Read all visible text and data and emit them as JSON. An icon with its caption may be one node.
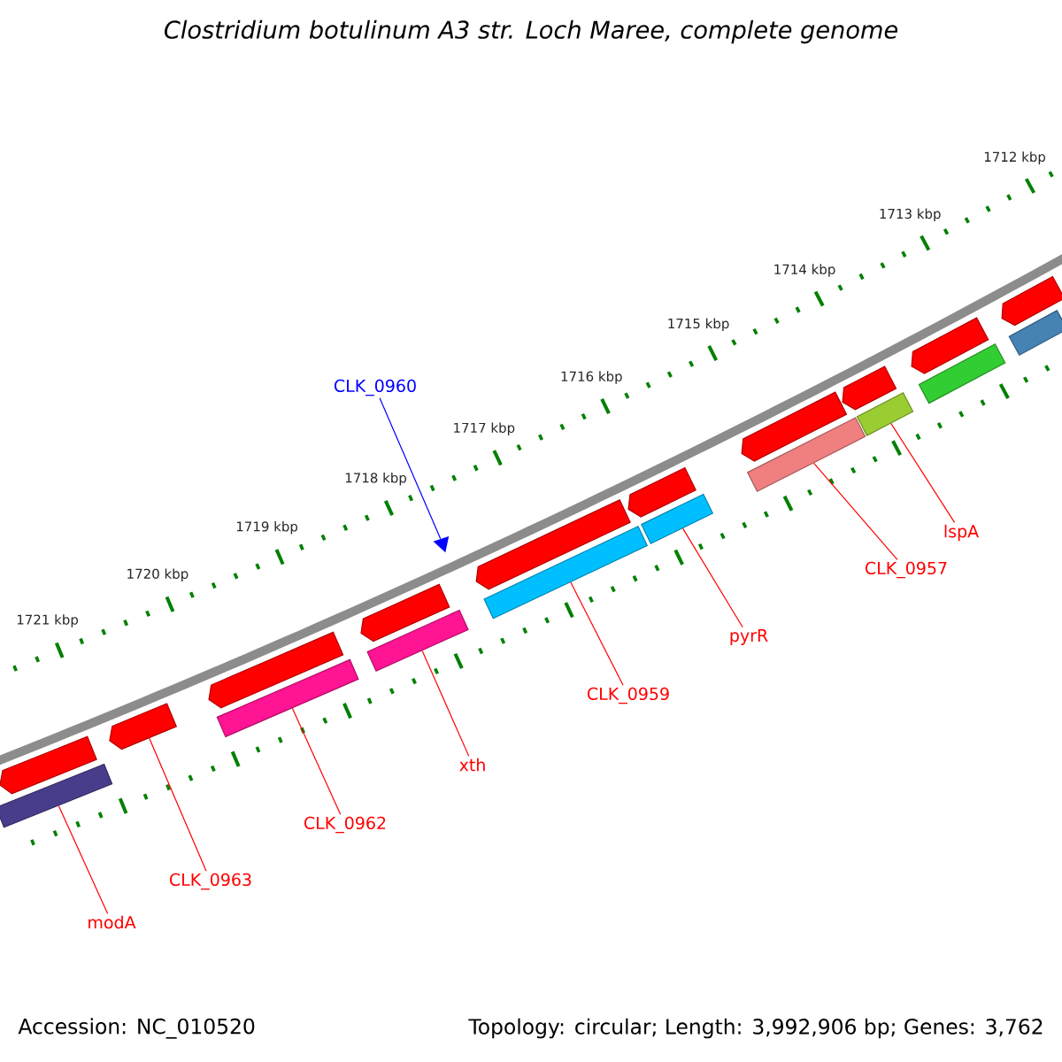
{
  "diagram": {
    "title": "Clostridium botulinum A3 str. Loch Maree, complete genome",
    "nodes": [
      {
        "text": [
          "CLK_0960"
        ]
      },
      {
        "text": [
          "lspA"
        ]
      },
      {
        "text": [
          "CLK_0957"
        ]
      },
      {
        "text": [
          "pyrR"
        ]
      },
      {
        "text": [
          "CLK_0959"
        ]
      },
      {
        "text": [
          "xth"
        ]
      },
      {
        "text": [
          "CLK_0962"
        ]
      },
      {
        "text": [
          "CLK_0963"
        ]
      },
      {
        "text": [
          "modA"
        ]
      },
      {
        "text": [],
        "shape": "triangle"
      },
      {
        "text": [],
        "shape": "pentagon"
      },
      {
        "text": [],
        "shape": "pentagon"
      },
      {
        "text": [],
        "shape": "pentagon"
      },
      {
        "text": [],
        "shape": "pentagon"
      },
      {
        "text": [],
        "shape": "pentagon"
      },
      {
        "text": [],
        "shape": "pentagon"
      },
      {
        "text": [],
        "shape": "pentagon"
      },
      {
        "text": [],
        "shape": "pentagon"
      },
      {
        "text": [],
        "shape": "pentagon"
      },
      {
        "text": [],
        "shape": "pentagon"
      },
      {
        "text": [],
        "shape": "bar"
      },
      {
        "text": [],
        "shape": "bar"
      },
      {
        "text": [],
        "shape": "bar"
      },
      {
        "text": [],
        "shape": "bar"
      },
      {
        "text": [],
        "shape": "bar"
      },
      {
        "text": [],
        "shape": "bar"
      },
      {
        "text": [],
        "shape": "bar"
      },
      {
        "text": [],
        "shape": "bar"
      },
      {
        "text": [],
        "shape": "bar"
      }
    ],
    "edges": [
      {
        "from": 0,
        "to": 9,
        "arrow": "none",
        "color": "#0000ff"
      },
      {
        "from": 1,
        "to": 26,
        "arrow": "none"
      },
      {
        "from": 2,
        "to": 25,
        "arrow": "none"
      },
      {
        "from": 3,
        "to": 24,
        "arrow": "none"
      },
      {
        "from": 4,
        "to": 23,
        "arrow": "none"
      },
      {
        "from": 5,
        "to": 22,
        "arrow": "none"
      },
      {
        "from": 6,
        "to": 21,
        "arrow": "none"
      },
      {
        "from": 7,
        "to": 11,
        "arrow": "none"
      },
      {
        "from": 8,
        "to": 20,
        "arrow": "none"
      }
    ],
    "labels": [
      "1712 kbp",
      "1713 kbp",
      "1714 kbp",
      "1715 kbp",
      "1716 kbp",
      "1717 kbp",
      "1718 kbp",
      "1719 kbp",
      "1720 kbp",
      "1721 kbp",
      "Accession: NC_010520",
      "Topology: circular; Length: 3,992,906 bp; Genes: 3,762"
    ]
  }
}
